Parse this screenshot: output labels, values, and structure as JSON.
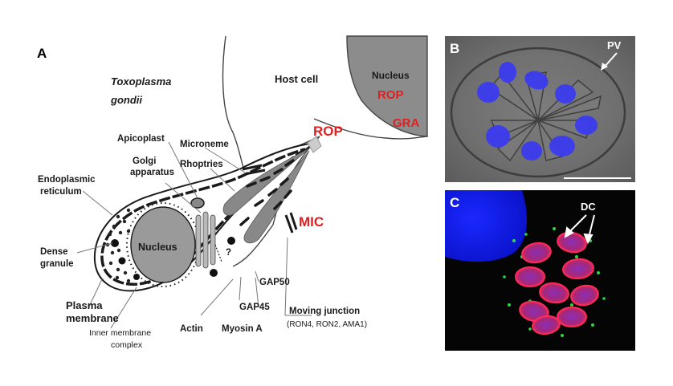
{
  "panels": {
    "a": {
      "letter": "A"
    },
    "b": {
      "letter": "B",
      "pv_label": "PV"
    },
    "c": {
      "letter": "C",
      "dc_label": "DC"
    }
  },
  "diagram": {
    "organism_line1": "Toxoplasma",
    "organism_line2": "gondii",
    "host_cell": "Host cell",
    "host_nucleus": "Nucleus",
    "host_rop": "ROP",
    "host_gra": "GRA",
    "rop": "ROP",
    "mic": "MIC",
    "nucleus": "Nucleus",
    "question": "?",
    "labels": {
      "apicoplast": "Apicoplast",
      "golgi_1": "Golgi",
      "golgi_2": "apparatus",
      "er_1": "Endoplasmic",
      "er_2": "reticulum",
      "microneme": "Microneme",
      "rhoptries": "Rhoptries",
      "dense_1": "Dense",
      "dense_2": "granule",
      "plasma_1": "Plasma",
      "plasma_2": "membrane",
      "imc_1": "Inner membrane",
      "imc_2": "complex",
      "actin": "Actin",
      "gap45": "GAP45",
      "gap50": "GAP50",
      "myosin": "Myosin A",
      "moving_1": "Moving junction",
      "moving_2": "(RON4, RON2, AMA1)"
    }
  },
  "colors": {
    "rop": "#e02020",
    "nuclear_stain": "#2233ff",
    "membrane_red": "#ff2a55",
    "green_spots": "#33ff44"
  }
}
